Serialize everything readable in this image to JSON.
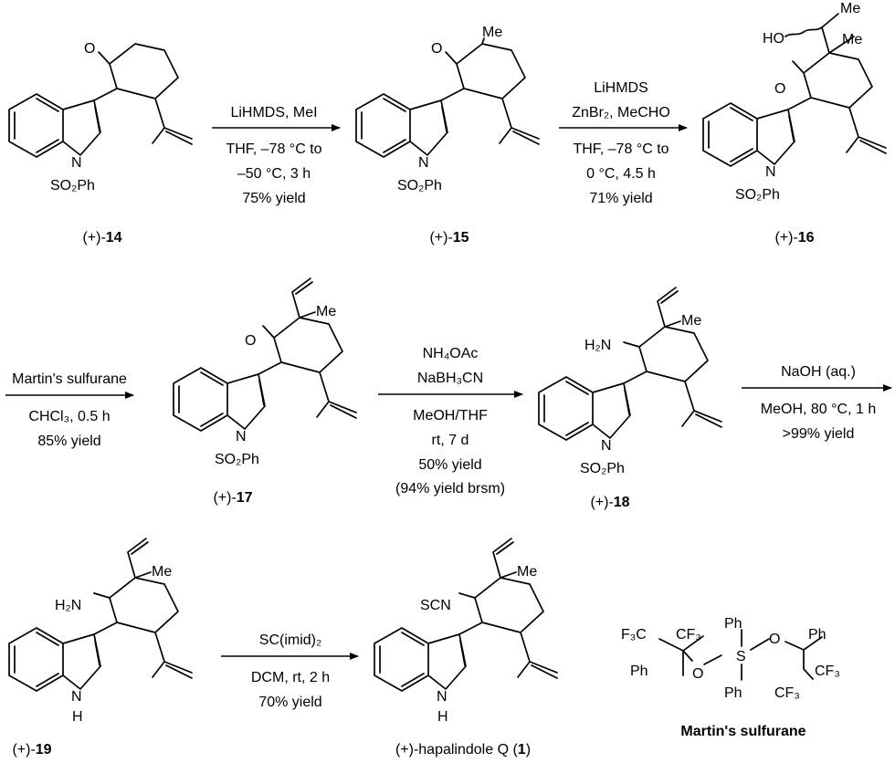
{
  "steps": [
    {
      "above": [
        "LiHMDS, MeI"
      ],
      "below": [
        "THF, –78 °C to",
        "–50 °C, 3 h",
        "75% yield"
      ]
    },
    {
      "above": [
        "LiHMDS",
        "ZnBr₂, MeCHO"
      ],
      "below": [
        "THF, –78 °C to",
        "0 °C, 4.5 h",
        "71% yield"
      ]
    },
    {
      "above": [
        "Martin's sulfurane"
      ],
      "below": [
        "CHCl₃, 0.5 h",
        "85% yield"
      ]
    },
    {
      "above": [
        "NH₄OAc",
        "NaBH₃CN"
      ],
      "below": [
        "MeOH/THF",
        "rt, 7 d",
        "50% yield",
        "(94% yield brsm)"
      ]
    },
    {
      "above": [
        "NaOH (aq.)"
      ],
      "below": [
        "MeOH, 80 °C, 1 h",
        ">99% yield"
      ]
    },
    {
      "above": [
        "SC(imid)₂"
      ],
      "below": [
        "DCM, rt, 2 h",
        "70% yield"
      ]
    }
  ],
  "compounds": [
    {
      "prefix": "(+)-",
      "num": "14"
    },
    {
      "prefix": "(+)-",
      "num": "15"
    },
    {
      "prefix": "(+)-",
      "num": "16"
    },
    {
      "prefix": "(+)-",
      "num": "17"
    },
    {
      "prefix": "(+)-",
      "num": "18"
    },
    {
      "prefix": "(+)-",
      "num": "19"
    },
    {
      "prefix": "(+)-hapalindole Q (",
      "num": "1",
      "suffix": ")"
    }
  ],
  "atoms": {
    "O": "O",
    "N": "N",
    "NH": "N",
    "H": "H",
    "SO2Ph": "SO₂Ph",
    "Me": "Me",
    "HO": "HO",
    "H2N": "H₂N",
    "SCN": "SCN",
    "Ph": "Ph",
    "S": "S",
    "CF3": "CF₃",
    "F3C": "F₃C"
  },
  "reagent_name": "Martin's sulfurane"
}
